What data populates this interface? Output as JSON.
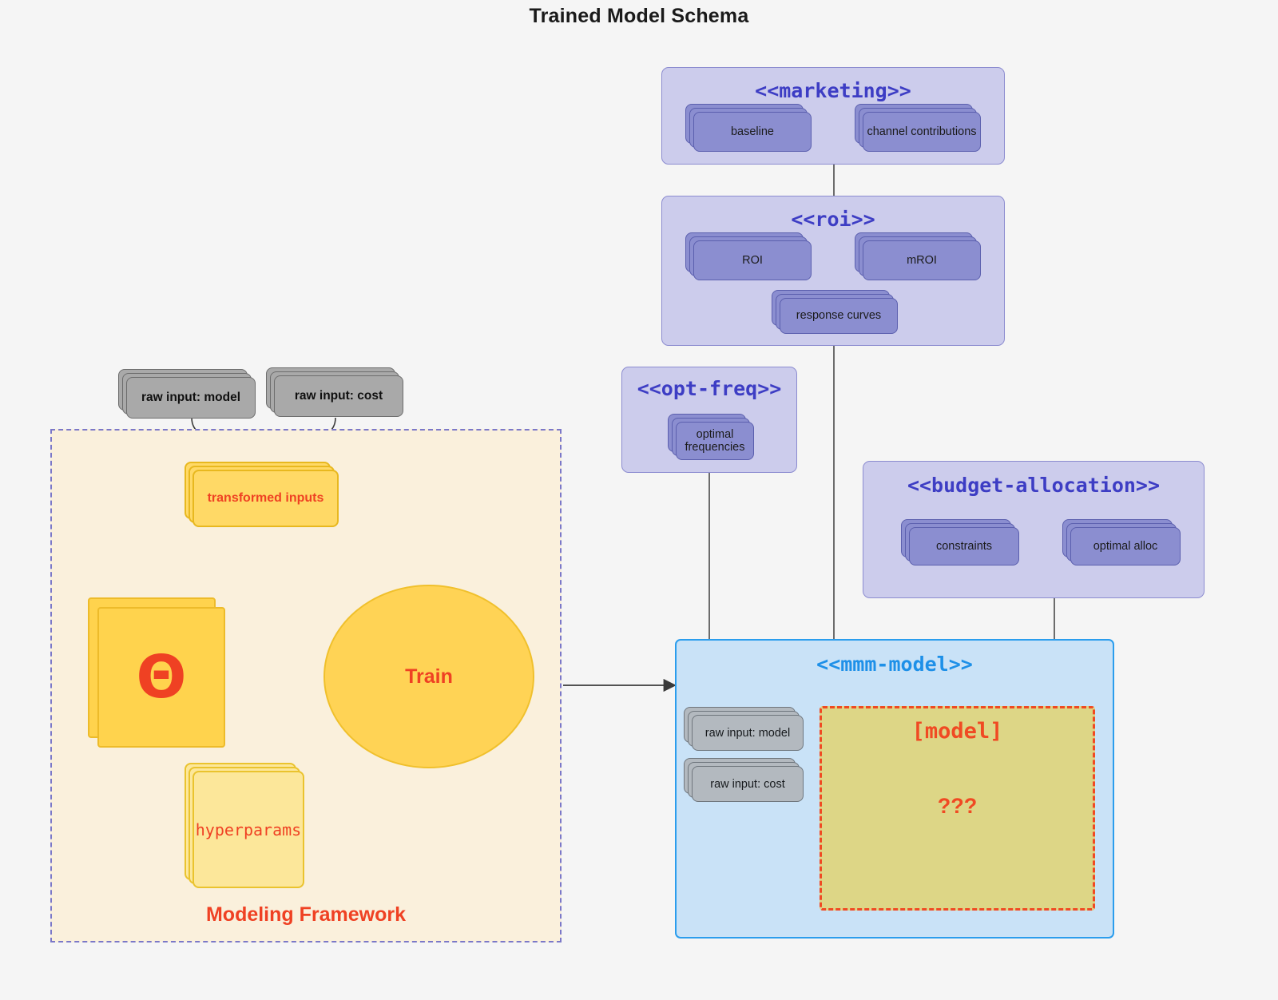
{
  "title": "Trained Model Schema",
  "colors": {
    "background": "#f5f5f5",
    "package_fill": "#ccccec",
    "package_border": "#8c8cd0",
    "package_title": "#3d3dc4",
    "node_purple": "#8b8ed0",
    "node_gray": "#b3b9bf",
    "framework_fill": "#faf0dc",
    "framework_border": "#7b78c8",
    "accent_red": "#ef4123",
    "yellow": "#ffd966",
    "mmm_fill": "#c9e2f7",
    "mmm_border": "#2b9ded",
    "model_fill": "#ddd686"
  },
  "packages": {
    "marketing": {
      "title": "<<marketing>>",
      "nodes": [
        {
          "label": "baseline"
        },
        {
          "label": "channel contributions"
        }
      ]
    },
    "roi": {
      "title": "<<roi>>",
      "nodes": [
        {
          "label": "ROI"
        },
        {
          "label": "mROI"
        },
        {
          "label": "response curves"
        }
      ]
    },
    "opt_freq": {
      "title": "<<opt-freq>>",
      "nodes": [
        {
          "label_line1": "optimal",
          "label_line2": "frequencies"
        }
      ]
    },
    "budget_allocation": {
      "title": "<<budget-allocation>>",
      "nodes": [
        {
          "label": "constraints"
        },
        {
          "label": "optimal alloc"
        }
      ]
    },
    "mmm_model": {
      "title": "<<mmm-model>>",
      "inputs": [
        {
          "label": "raw input: model"
        },
        {
          "label": "raw input: cost"
        }
      ],
      "model_box": {
        "label": "[model]",
        "unknown": "???"
      }
    }
  },
  "framework": {
    "label": "Modeling Framework",
    "raw_inputs": [
      {
        "label": "raw input: model"
      },
      {
        "label": "raw input: cost"
      }
    ],
    "transformed_inputs": {
      "label": "transformed inputs"
    },
    "theta": {
      "glyph": "Θ"
    },
    "hyperparams": {
      "label": "hyperparams"
    },
    "train": {
      "label": "Train"
    }
  }
}
